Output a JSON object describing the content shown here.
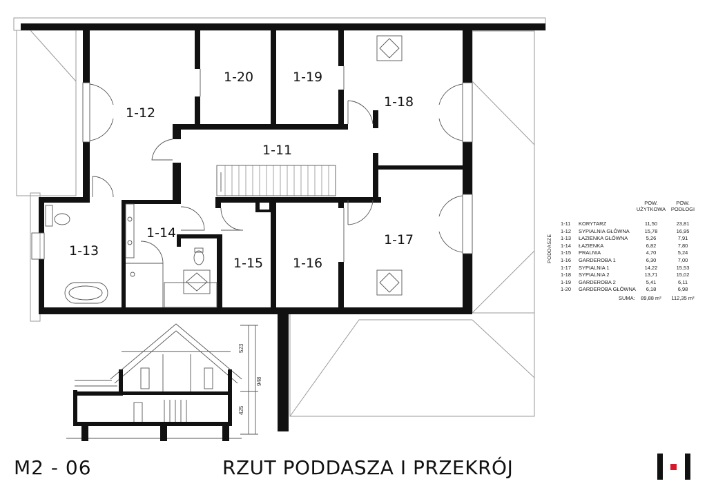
{
  "sheet": {
    "code": "M2 - 06",
    "title": "RZUT PODDASZA I PRZEKRÓJ",
    "floor_label": "PODDASZE"
  },
  "rooms": [
    {
      "id": "1-11",
      "label": "1-11"
    },
    {
      "id": "1-12",
      "label": "1-12"
    },
    {
      "id": "1-13",
      "label": "1-13"
    },
    {
      "id": "1-14",
      "label": "1-14"
    },
    {
      "id": "1-15",
      "label": "1-15"
    },
    {
      "id": "1-16",
      "label": "1-16"
    },
    {
      "id": "1-17",
      "label": "1-17"
    },
    {
      "id": "1-18",
      "label": "1-18"
    },
    {
      "id": "1-19",
      "label": "1-19"
    },
    {
      "id": "1-20",
      "label": "1-20"
    }
  ],
  "section_dims": {
    "upper": "523",
    "total": "948",
    "lower": "425"
  },
  "area_table": {
    "header_usable": "POW. UŻYTKOWA",
    "header_floor": "POW. PODŁOGI",
    "rows": [
      {
        "no": "1-11",
        "name": "KORYTARZ",
        "usable": "11,50",
        "floor": "23,81"
      },
      {
        "no": "1-12",
        "name": "SYPIALNIA GŁÓWNA",
        "usable": "15,78",
        "floor": "16,95"
      },
      {
        "no": "1-13",
        "name": "ŁAZIENKA GŁÓWNA",
        "usable": "5,26",
        "floor": "7,91"
      },
      {
        "no": "1-14",
        "name": "ŁAZIENKA",
        "usable": "6,82",
        "floor": "7,80"
      },
      {
        "no": "1-15",
        "name": "PRALNIA",
        "usable": "4,70",
        "floor": "5,24"
      },
      {
        "no": "1-16",
        "name": "GARDEROBA 1",
        "usable": "6,30",
        "floor": "7,00"
      },
      {
        "no": "1-17",
        "name": "SYPIALNIA 1",
        "usable": "14,22",
        "floor": "15,53"
      },
      {
        "no": "1-18",
        "name": "SYPIALNIA 2",
        "usable": "13,71",
        "floor": "15,02"
      },
      {
        "no": "1-19",
        "name": "GARDEROBA 2",
        "usable": "5,41",
        "floor": "6,11"
      },
      {
        "no": "1-20",
        "name": "GARDEROBA GŁÓWNA",
        "usable": "6,18",
        "floor": "6,98"
      }
    ],
    "sum_label": "SUMA:",
    "sum_usable": "89,88 m²",
    "sum_floor": "112,35 m²"
  },
  "colors": {
    "wall": "#111111",
    "thin_line": "#555555",
    "roof_line": "#999999",
    "logo_accent": "#d6182a"
  }
}
